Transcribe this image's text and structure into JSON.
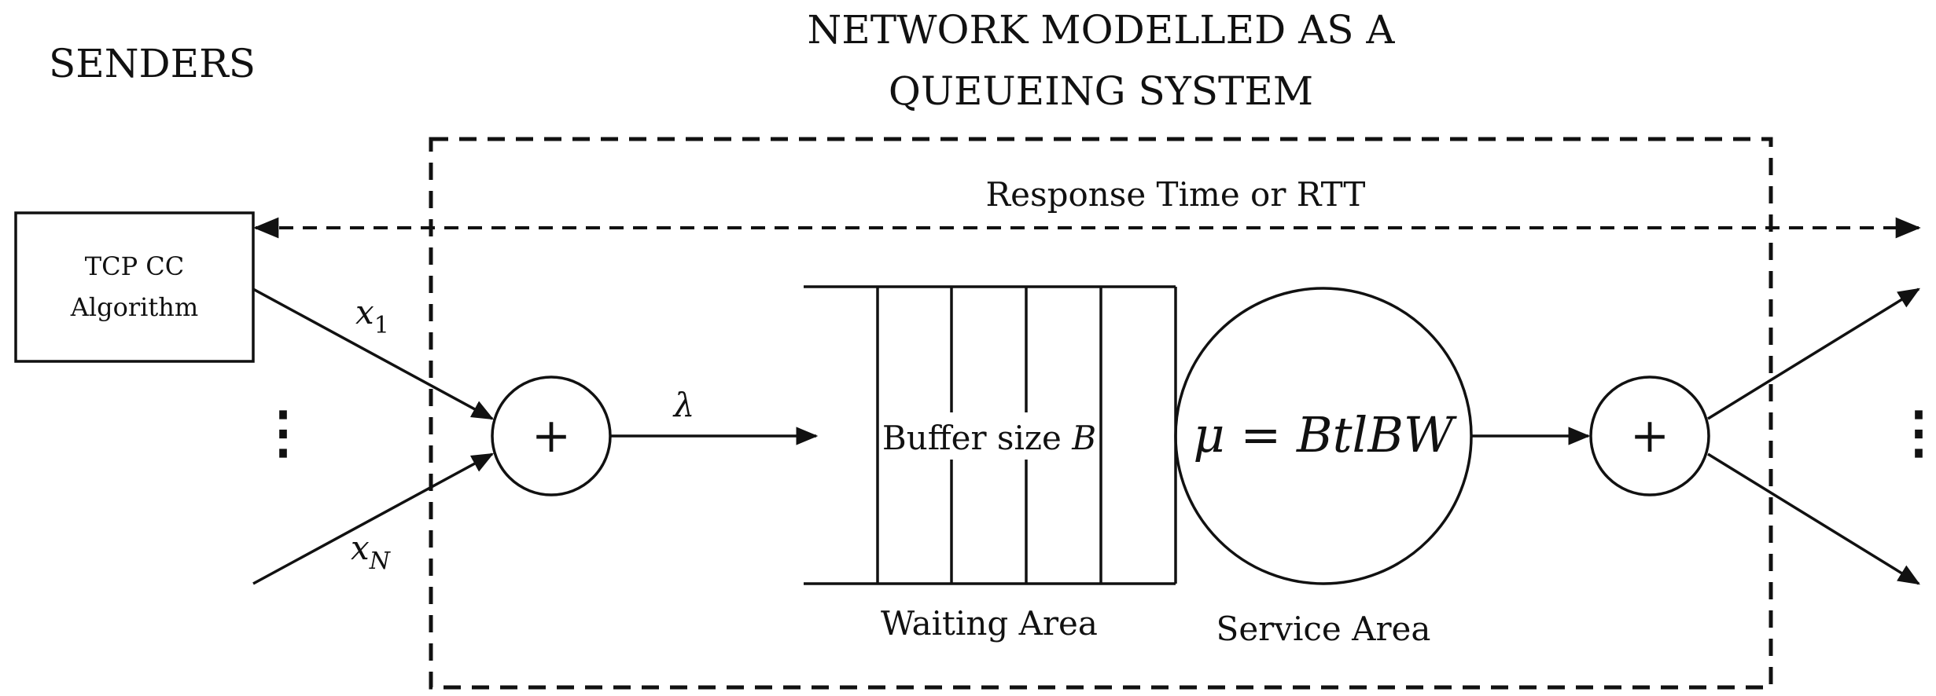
{
  "diagram": {
    "senders_label": "SENDERS",
    "network_title_line1": "NETWORK MODELLED AS A",
    "network_title_line2": "QUEUEING SYSTEM",
    "rtt_label": "Response Time or RTT",
    "tcp_box_line1": "TCP CC",
    "tcp_box_line2": "Algorithm",
    "x1_base": "x",
    "x1_sub": "1",
    "xn_base": "x",
    "xn_sub": "N",
    "plus_symbol": "+",
    "lambda_symbol": "λ",
    "buffer_text": "Buffer size ",
    "buffer_var": "B",
    "service_mu": "μ",
    "service_eq": " = ",
    "service_var": "BtlBW",
    "waiting_area_label": "Waiting Area",
    "service_area_label": "Service Area",
    "left_ellipsis": "⋮",
    "right_ellipsis": "⋮"
  }
}
